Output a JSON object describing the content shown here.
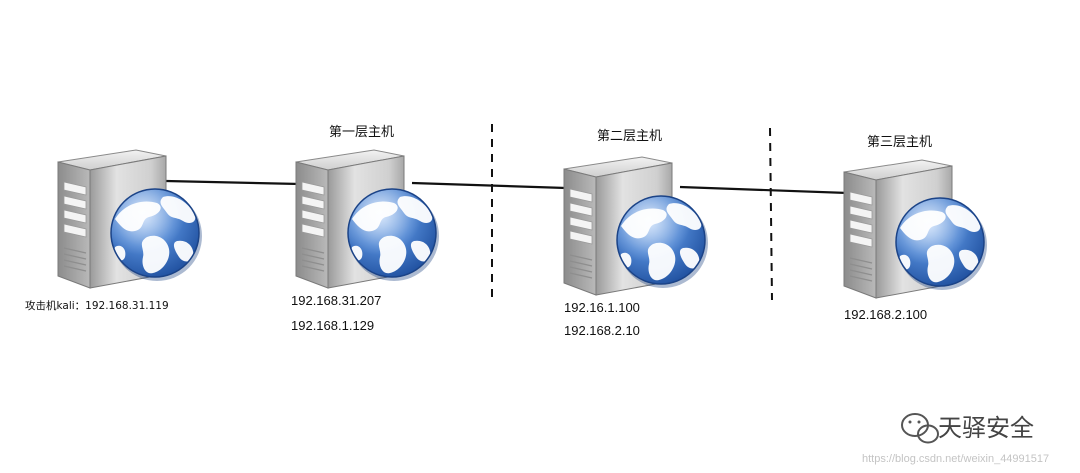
{
  "hosts": [
    {
      "id": "attacker",
      "icon": "server-globe-icon",
      "title": "",
      "ips": [
        "攻击机kali：192.168.31.119"
      ]
    },
    {
      "id": "layer1",
      "icon": "server-globe-icon",
      "title": "第一层主机",
      "ips": [
        "192.168.31.207",
        "192.168.1.129"
      ]
    },
    {
      "id": "layer2",
      "icon": "server-globe-icon",
      "title": "第二层主机",
      "ips": [
        "192.16.1.100",
        "192.168.2.10"
      ]
    },
    {
      "id": "layer3",
      "icon": "server-globe-icon",
      "title": "第三层主机",
      "ips": [
        "192.168.2.100"
      ]
    }
  ],
  "watermark": {
    "brand": "天驿安全",
    "url": "https://blog.csdn.net/weixin_44991517",
    "icon": "wechat-icon"
  },
  "colors": {
    "line": "#111111",
    "globe_ocean": "#3f74c6",
    "globe_land": "#ffffff",
    "server_body": "#d6d6d6"
  }
}
